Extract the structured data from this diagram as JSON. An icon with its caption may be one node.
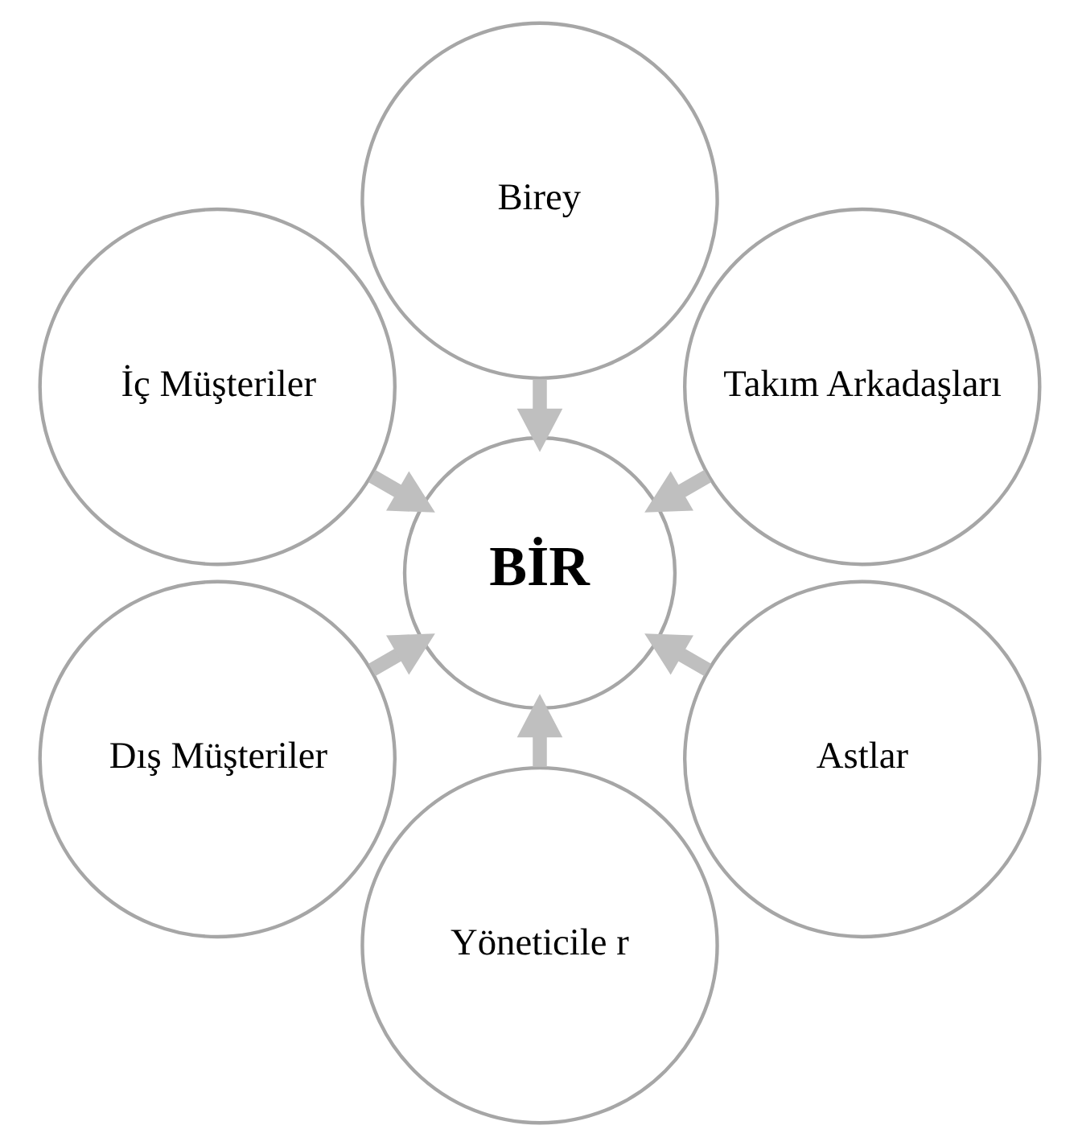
{
  "diagram": {
    "nodes": [
      {
        "text": [
          "Takım Arkadaşları"
        ]
      },
      {
        "text": [
          "Birey"
        ]
      },
      {
        "text": [
          "İç Müşteriler"
        ]
      },
      {
        "text": [
          "BİR"
        ]
      },
      {
        "text": [
          "Dış Müşteriler"
        ]
      },
      {
        "text": [
          "Yöneticile r"
        ]
      },
      {
        "text": [
          "Astlar"
        ]
      }
    ],
    "edges": [
      {
        "from": 0,
        "to": 3,
        "arrow": "to"
      },
      {
        "from": 1,
        "to": 3,
        "arrow": "to"
      },
      {
        "from": 2,
        "to": 3,
        "arrow": "to"
      },
      {
        "from": 4,
        "to": 3,
        "arrow": "to"
      },
      {
        "from": 5,
        "to": 3,
        "arrow": "to"
      },
      {
        "from": 6,
        "to": 3,
        "arrow": "to"
      }
    ]
  }
}
